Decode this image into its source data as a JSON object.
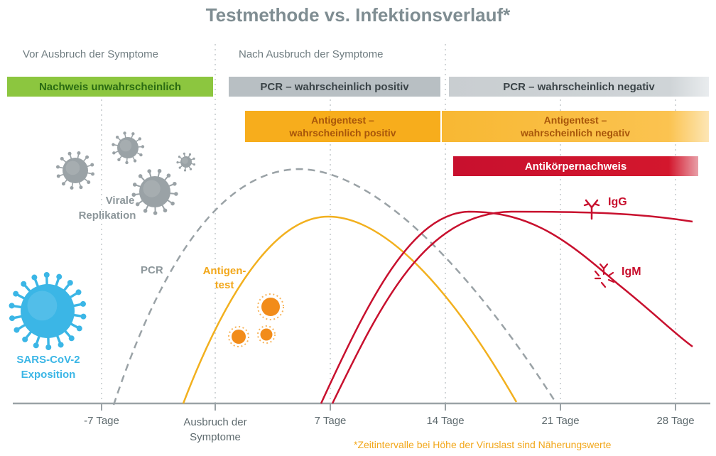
{
  "title": "Testmethode vs. Infektionsverlauf*",
  "phases": {
    "before": "Vor Ausbruch der Symptome",
    "after": "Nach Ausbruch der Symptome"
  },
  "bars": {
    "nachweis": "Nachweis unwahrscheinlich",
    "pcr_pos": "PCR – wahrscheinlich positiv",
    "pcr_neg": "PCR – wahrscheinlich negativ",
    "ag_pos_1": "Antigentest –",
    "ag_pos_2": "wahrscheinlich positiv",
    "ag_neg_1": "Antigentest –",
    "ag_neg_2": "wahrscheinlich negativ",
    "antibody": "Antikörpernachweis"
  },
  "labels": {
    "virale_1": "Virale",
    "virale_2": "Replikation",
    "pcr": "PCR",
    "antigen_1": "Antigen-",
    "antigen_2": "test",
    "sars_1": "SARS-CoV-2",
    "sars_2": "Exposition",
    "igg": "IgG",
    "igm": "IgM"
  },
  "x_axis": {
    "ticks": [
      "-7 Tage",
      "Ausbruch der",
      "7 Tage",
      "14 Tage",
      "21 Tage",
      "28 Tage"
    ],
    "onset_line2": "Symptome"
  },
  "footnote": "*Zeitintervalle bei Höhe der Viruslast sind Näherungswerte",
  "colors": {
    "grey_curve": "#9aa2a6",
    "antigen": "#f2b01e",
    "antibody": "#c8102e",
    "virus_blue": "#3bb6e6",
    "virus_grey": "#9aa2a6",
    "antigen_particles": "#f28c1a"
  },
  "icons": [
    "virus-icon",
    "antibody-igg-icon",
    "antibody-igm-icon",
    "antigen-particle-icon"
  ]
}
